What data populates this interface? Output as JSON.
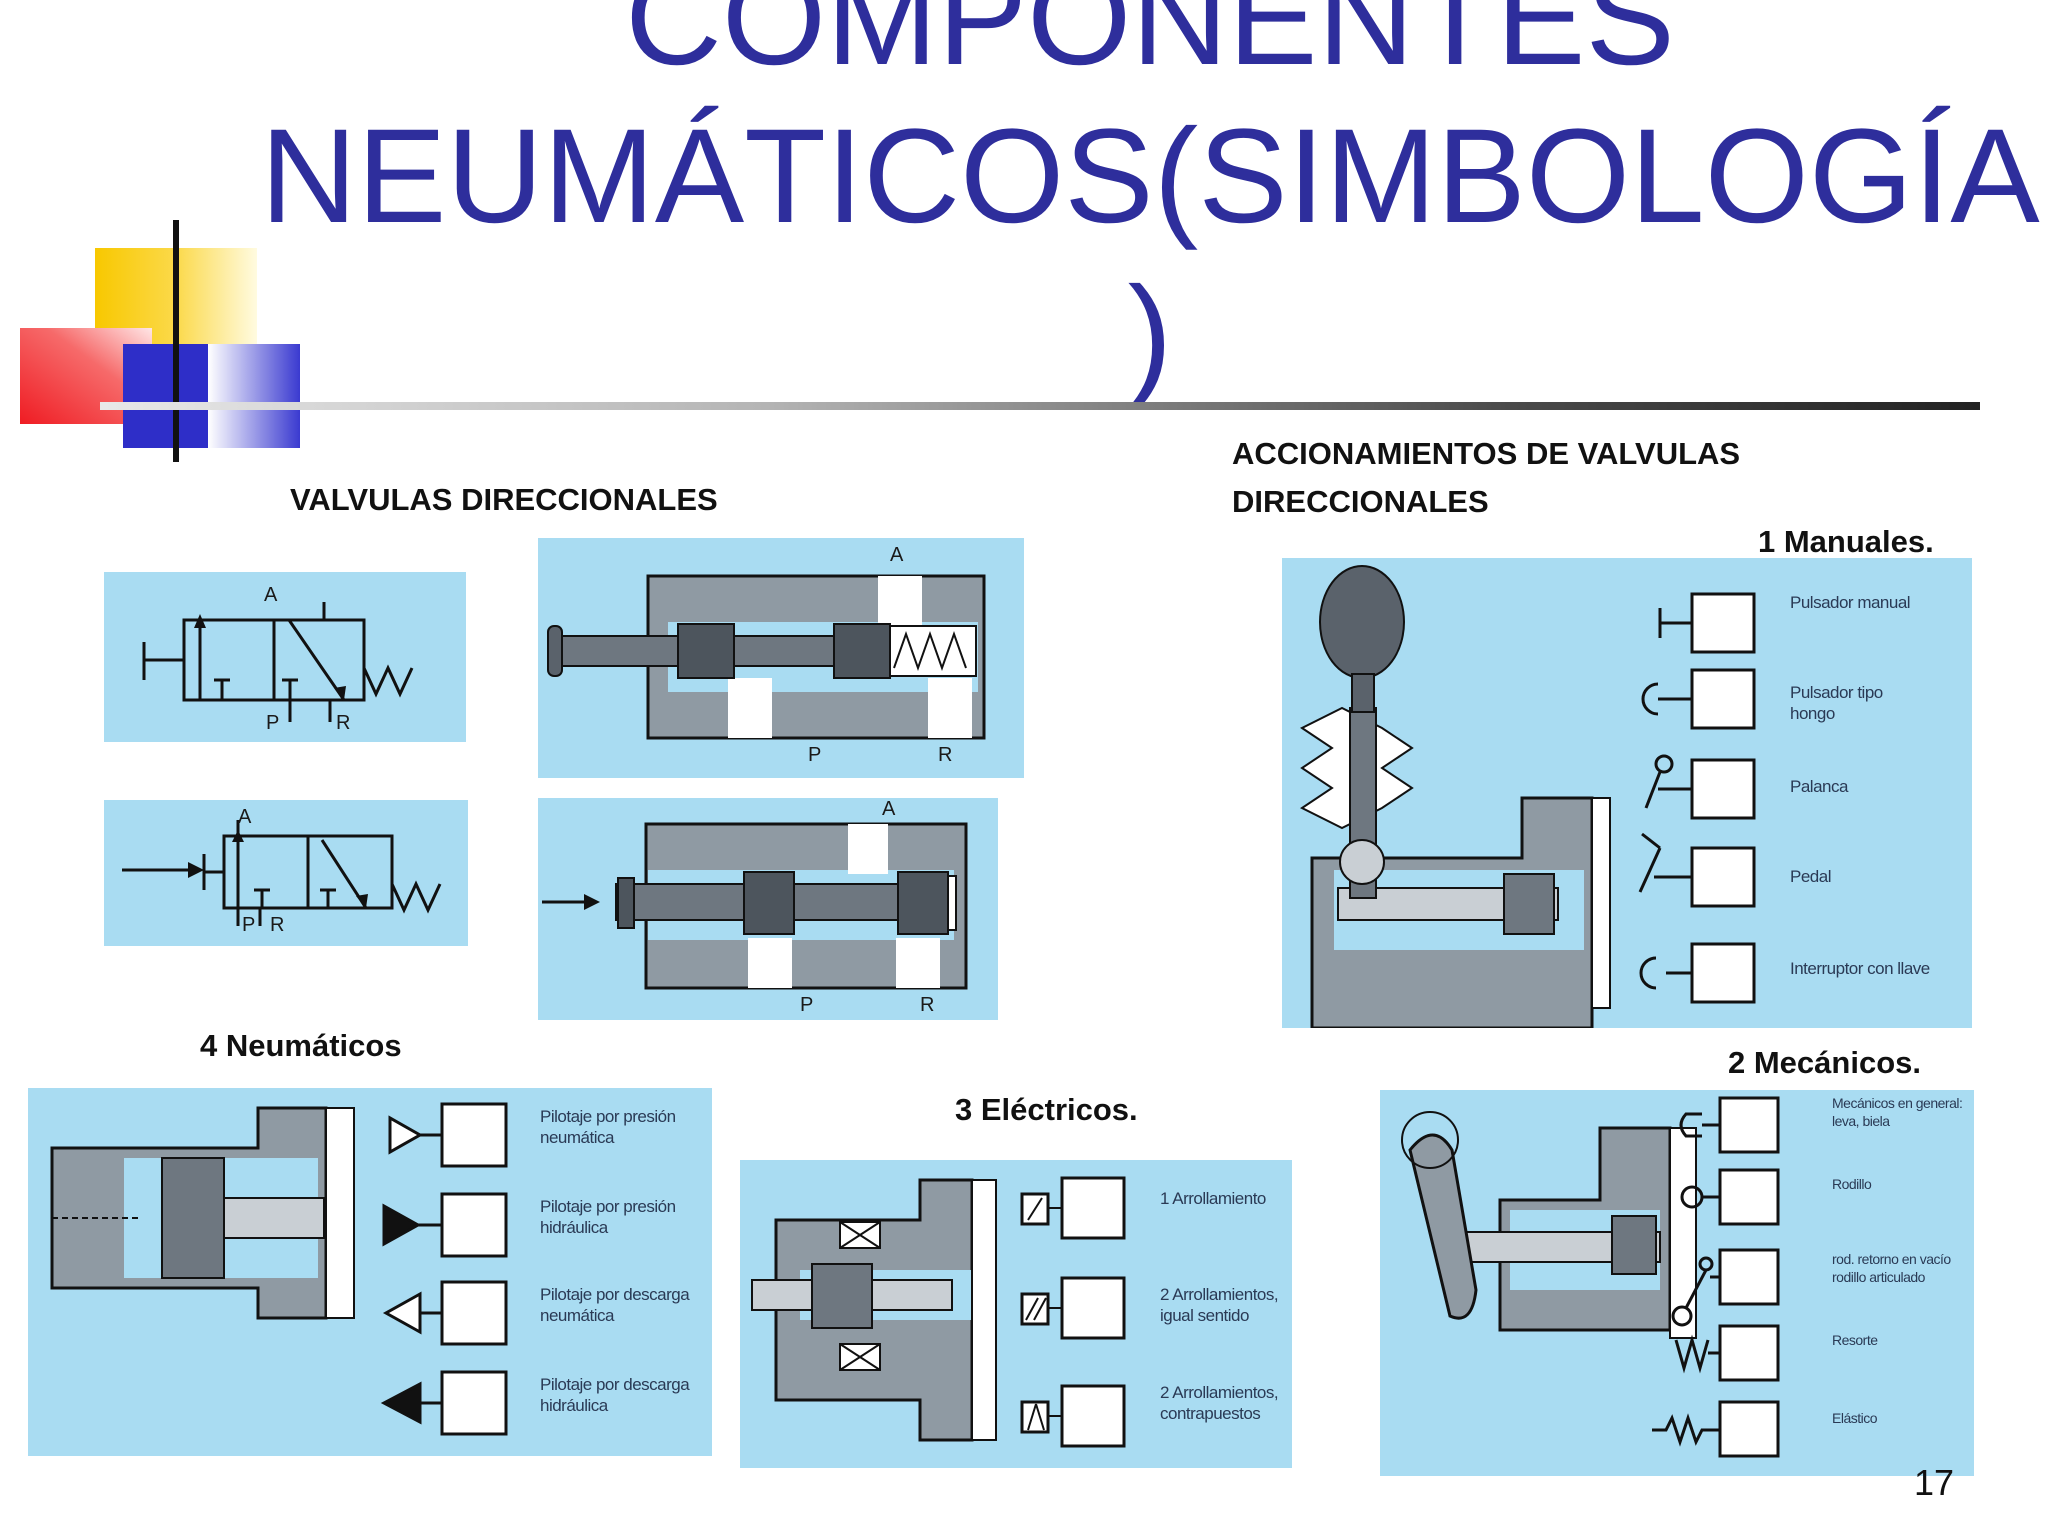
{
  "slide": {
    "title_lines": [
      "COMPONENTES",
      "NEUMÁTICOS(SIMBOLOGÍA",
      ")"
    ],
    "page_number": "17"
  },
  "colors": {
    "title": "#2e2e9c",
    "panel_bg": "#a9dcf2",
    "deco_yellow": "#f8c800",
    "deco_red": "#ef1c23",
    "deco_blue": "#2e2ec8"
  },
  "sections": {
    "valvulas_title": "VALVULAS DIRECCIONALES",
    "accionamientos_title_line1": "ACCIONAMIENTOS DE VALVULAS",
    "accionamientos_title_line2": "DIRECCIONALES",
    "manuales_title": "1  Manuales.",
    "mecanicos_title": "2 Mecánicos.",
    "electricos_title": "3 Eléctricos.",
    "neumaticos_title": "4 Neumáticos"
  },
  "ports": {
    "a": "A",
    "p": "P",
    "r": "R"
  },
  "manuales": {
    "items": [
      "Pulsador manual",
      "Pulsador tipo hongo",
      "Palanca",
      "Pedal",
      "Interruptor con llave"
    ]
  },
  "mecanicos": {
    "items": [
      "Mecánicos en general: leva, biela",
      "Rodillo",
      "rod. retorno en vacío rodillo articulado",
      "Resorte",
      "Elástico"
    ]
  },
  "electricos": {
    "items": [
      "1 Arrollamiento",
      "2 Arrollamientos, igual sentido",
      "2 Arrollamientos, contrapuestos"
    ]
  },
  "neumaticos": {
    "items": [
      "Pilotaje por presión neumática",
      "Pilotaje por presión hidráulica",
      "Pilotaje por descarga neumática",
      "Pilotaje por descarga hidráulica"
    ]
  }
}
